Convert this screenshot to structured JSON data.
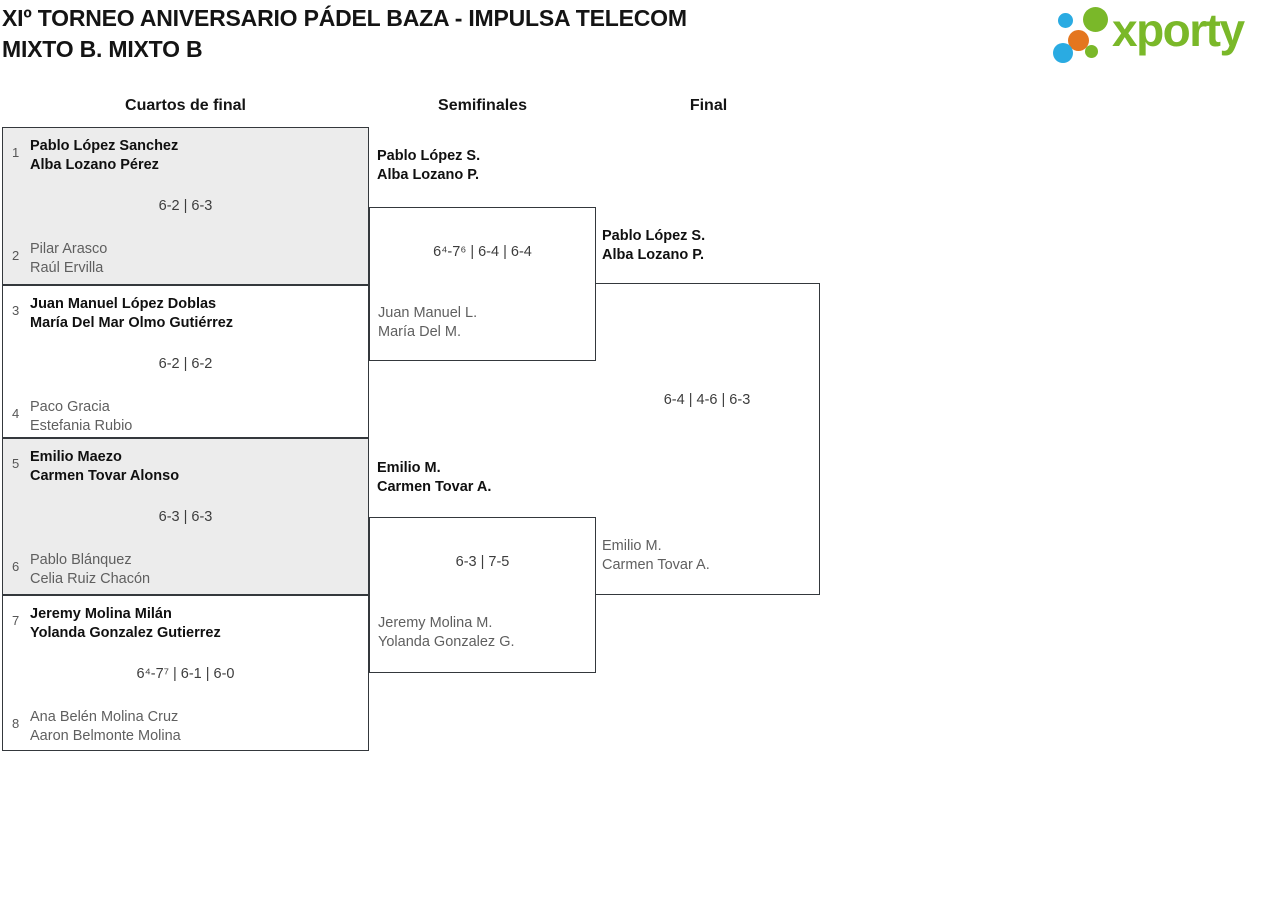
{
  "title": {
    "line1": "XIº TORNEO ANIVERSARIO PÁDEL BAZA - IMPULSA TELECOM",
    "line2": "MIXTO B. MIXTO B"
  },
  "logo": {
    "brand": "xporty",
    "colors": {
      "green": "#7ab829",
      "blue": "#2aabe2",
      "orange": "#e4761f"
    }
  },
  "round_headers": {
    "quarterfinals": "Cuartos de final",
    "semifinals": "Semifinales",
    "final": "Final"
  },
  "quarterfinals": [
    {
      "seed_top": "1",
      "team_top": {
        "player1": "Pablo López Sanchez",
        "player2": "Alba Lozano Pérez"
      },
      "score": "6-2 | 6-3",
      "seed_bottom": "2",
      "team_bottom": {
        "player1": "Pilar Arasco",
        "player2": "Raúl Ervilla"
      }
    },
    {
      "seed_top": "3",
      "team_top": {
        "player1": "Juan Manuel López Doblas",
        "player2": "María Del Mar Olmo Gutiérrez"
      },
      "score": "6-2 | 6-2",
      "seed_bottom": "4",
      "team_bottom": {
        "player1": "Paco Gracia",
        "player2": "Estefania Rubio"
      }
    },
    {
      "seed_top": "5",
      "team_top": {
        "player1": "Emilio Maezo",
        "player2": "Carmen Tovar Alonso"
      },
      "score": "6-3 | 6-3",
      "seed_bottom": "6",
      "team_bottom": {
        "player1": "Pablo Blánquez",
        "player2": "Celia Ruiz Chacón"
      }
    },
    {
      "seed_top": "7",
      "team_top": {
        "player1": "Jeremy Molina Milán",
        "player2": "Yolanda Gonzalez Gutierrez"
      },
      "score": "6⁴-7⁷ | 6-1 | 6-0",
      "seed_bottom": "8",
      "team_bottom": {
        "player1": "Ana Belén Molina Cruz",
        "player2": "Aaron Belmonte Molina"
      }
    }
  ],
  "semifinals": [
    {
      "team_top": {
        "player1": "Pablo López S.",
        "player2": "Alba Lozano P."
      },
      "score": "6⁴-7⁶ | 6-4 | 6-4",
      "team_bottom": {
        "player1": "Juan Manuel L.",
        "player2": "María Del M."
      }
    },
    {
      "team_top": {
        "player1": "Emilio M.",
        "player2": "Carmen Tovar A."
      },
      "score": "6-3 | 7-5",
      "team_bottom": {
        "player1": "Jeremy Molina M.",
        "player2": "Yolanda Gonzalez G."
      }
    }
  ],
  "final": {
    "team_top": {
      "player1": "Pablo López S.",
      "player2": "Alba Lozano P."
    },
    "score": "6-4 | 4-6 | 6-3",
    "team_bottom": {
      "player1": "Emilio M.",
      "player2": "Carmen Tovar A."
    }
  }
}
